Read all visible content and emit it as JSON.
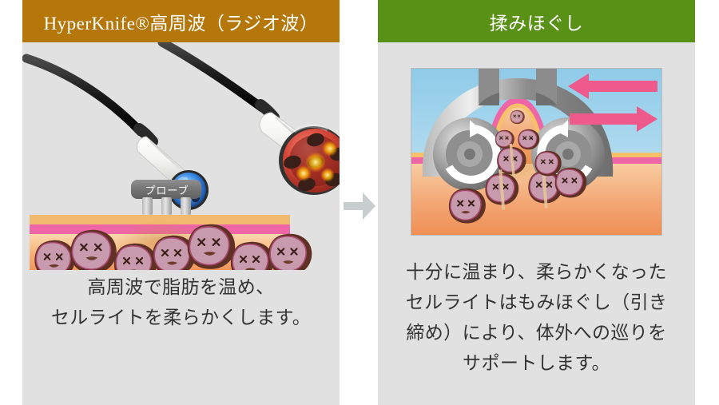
{
  "page": {
    "background_color": "#ffffff",
    "panel_background": "#e1e1e1",
    "text_color": "#333333"
  },
  "panels": [
    {
      "id": "hyperknife",
      "header": {
        "label": "HyperKnife®高周波（ラジオ波）",
        "background_color": "#b5770a",
        "text_color": "#ffffff"
      },
      "illustration": {
        "name": "probe-and-skin-cross-section",
        "probe_label": "プローブ",
        "elements": [
          "black-cable",
          "white-handpiece-small",
          "blue-lit-probe-tip",
          "white-handpiece-large",
          "red-lit-probe-tip",
          "electrode-nubs",
          "skin-layer-epidermis",
          "skin-layer-dermis",
          "skin-layer-fat",
          "cellulite-blobs"
        ],
        "colors": {
          "epidermis": "#f2ba6e",
          "dermis": "#f06aa8",
          "fat": "#f6a86a",
          "cellulite_body": "#c79aad",
          "cellulite_shadow": "#5e3124",
          "probe_red": "#d94a3a",
          "probe_blue": "#2f7fe0"
        },
        "cellulite_count": 8
      },
      "caption_lines": [
        "高周波で脂肪を温め、",
        "セルライトを柔らかくします。"
      ]
    },
    {
      "id": "momihogushi",
      "header": {
        "label": "揉みほぐし",
        "background_color": "#589115",
        "text_color": "#ffffff"
      },
      "illustration": {
        "name": "roller-massage-cross-section",
        "elements": [
          "suction-massage-head",
          "rotating-roller-left",
          "rotating-roller-right",
          "rotation-arrow-left",
          "rotation-arrow-right",
          "lifted-skin-fold",
          "skin-layer-dermis",
          "skin-layer-fat",
          "cellulite-blobs-split",
          "pink-arrow-left",
          "pink-arrow-right"
        ],
        "colors": {
          "sky_top": "#8ecbe8",
          "sky_bottom": "#c8e4f3",
          "roller_gray": "#9a9a9a",
          "dermis": "#f06aa8",
          "fat_top": "#f7cfa3",
          "fat_bottom": "#f0935a",
          "pink_arrow": "#ee5a8c",
          "cellulite_body": "#c79aad"
        },
        "cellulite_count": 9
      },
      "caption_lines": [
        "十分に温まり、柔らかくなった",
        "セルライトはもみほぐし（引き",
        "締め）により、体外への巡りを",
        "サポートします。"
      ]
    }
  ],
  "connector": {
    "name": "right-arrow-icon",
    "color": "#c8cdcd"
  }
}
